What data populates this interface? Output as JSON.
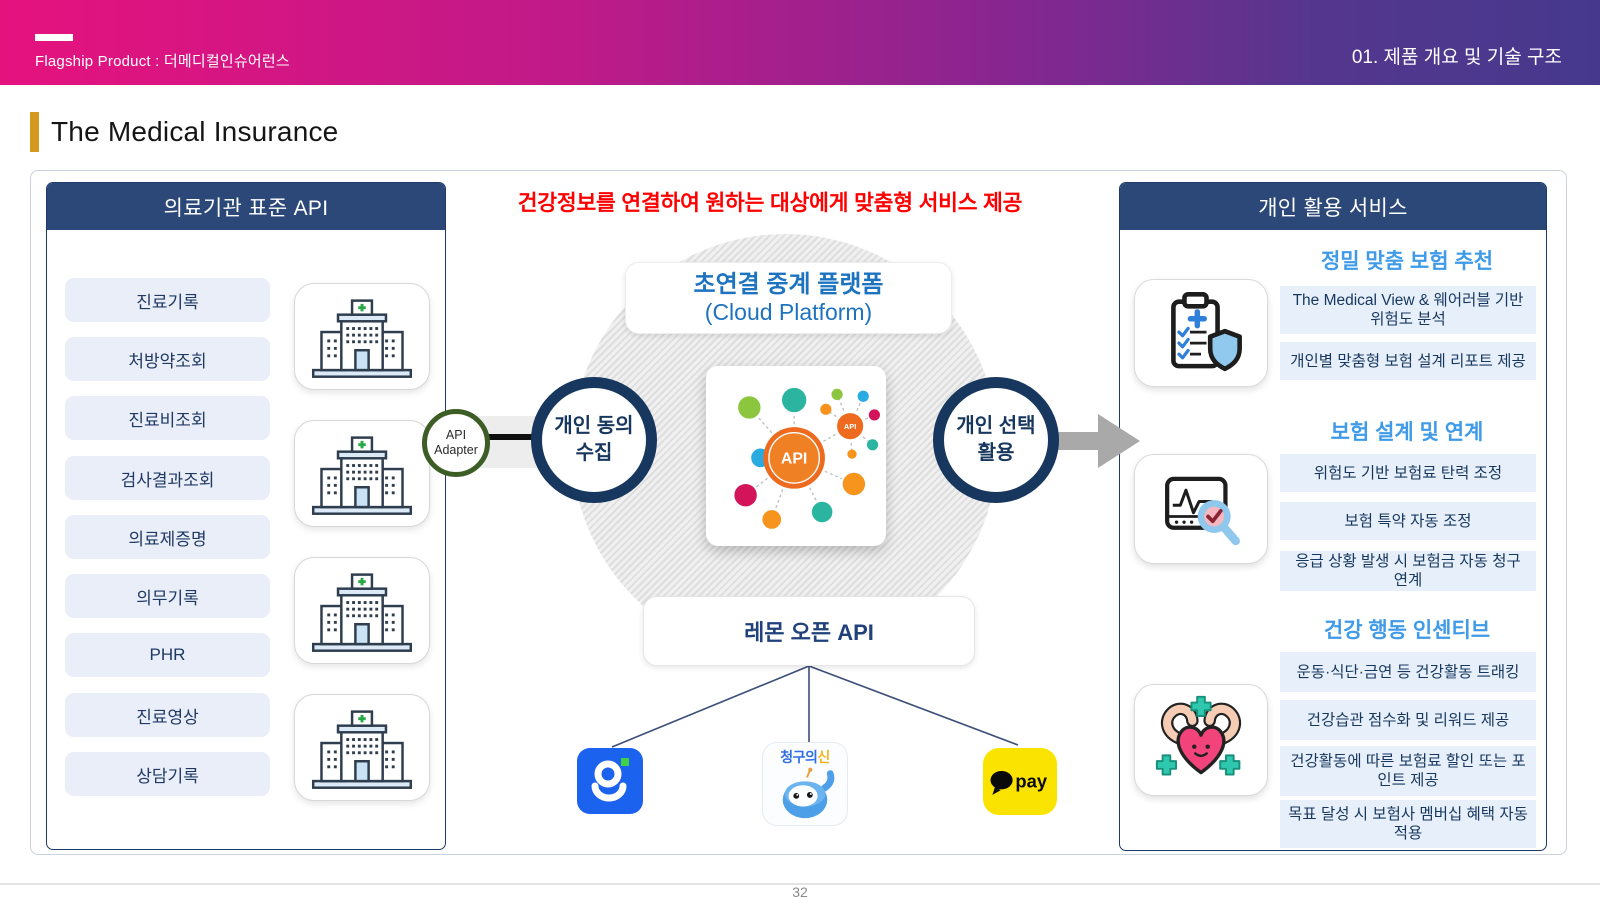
{
  "header": {
    "product_label": "Flagship Product : 더메디컬인슈어런스",
    "section_label": "01. 제품 개요 및 기술 구조"
  },
  "page": {
    "title": "The Medical Insurance",
    "page_number": "32"
  },
  "colors": {
    "header_gradient_start": "#E5127E",
    "header_gradient_end": "#46398D",
    "accent_gold": "#D4991F",
    "panel_header_navy": "#2B4878",
    "navy_text": "#17375E",
    "headline_red": "#FF0000",
    "platform_blue": "#1E73C0",
    "section_title_blue": "#3F9BE8",
    "pill_bg": "#E9EEF8",
    "strip_bg": "#E7F0FA",
    "adapter_green": "#3C5D26",
    "api_orange": "#ED6A1F"
  },
  "left_panel": {
    "title": "의료기관 표준 API",
    "icon": "hospital-icon",
    "items": [
      "진료기록",
      "처방약조회",
      "진료비조회",
      "검사결과조회",
      "의료제증명",
      "의무기록",
      "PHR",
      "진료영상",
      "상담기록"
    ]
  },
  "center": {
    "headline": "건강정보를 연결하여 원하는 대상에게 맞춤형 서비스 제공",
    "platform_box": {
      "line1": "초연결 중계 플랫폼",
      "line2": "(Cloud Platform)"
    },
    "adapter_circle": {
      "line1": "API",
      "line2": "Adapter"
    },
    "consent_circle": {
      "line1": "개인 동의",
      "line2": "수집"
    },
    "select_circle": {
      "line1": "개인 선택",
      "line2": "활용"
    },
    "api_hub_label": "API",
    "api_node_label": "API",
    "open_api_box": "레몬 오픈 API",
    "apps": [
      {
        "name": "goodrich",
        "icon": "goodrich-g-icon"
      },
      {
        "name": "청구의신",
        "icon": "claim-robot-icon",
        "label_part1": "청구의",
        "label_part2": "신"
      },
      {
        "name": "kakaopay",
        "icon": "kakaopay-bubble-icon",
        "label": "pay"
      }
    ]
  },
  "right_panel": {
    "title": "개인 활용 서비스",
    "sections": [
      {
        "title": "정밀 맞춤 보험 추천",
        "icon": "clipboard-shield-icon",
        "items": [
          "The Medical View & 웨어러블 기반 위험도 분석",
          "개인별 맞춤형 보험 설계 리포트 제공"
        ]
      },
      {
        "title": "보험 설계 및 연계",
        "icon": "monitor-magnifier-icon",
        "items": [
          "위험도 기반 보험료 탄력 조정",
          "보험 특약 자동 조정",
          "응급 상황 발생 시 보험금 자동 청구 연계"
        ]
      },
      {
        "title": "건강 행동 인센티브",
        "icon": "strong-heart-icon",
        "items": [
          "운동·식단·금연 등 건강활동 트래킹",
          "건강습관 점수화 및 리워드 제공",
          "건강활동에 따른 보험료 할인 또는 포인트 제공",
          "목표 달성 시 보험사 멤버십 혜택 자동 적용"
        ]
      }
    ]
  }
}
